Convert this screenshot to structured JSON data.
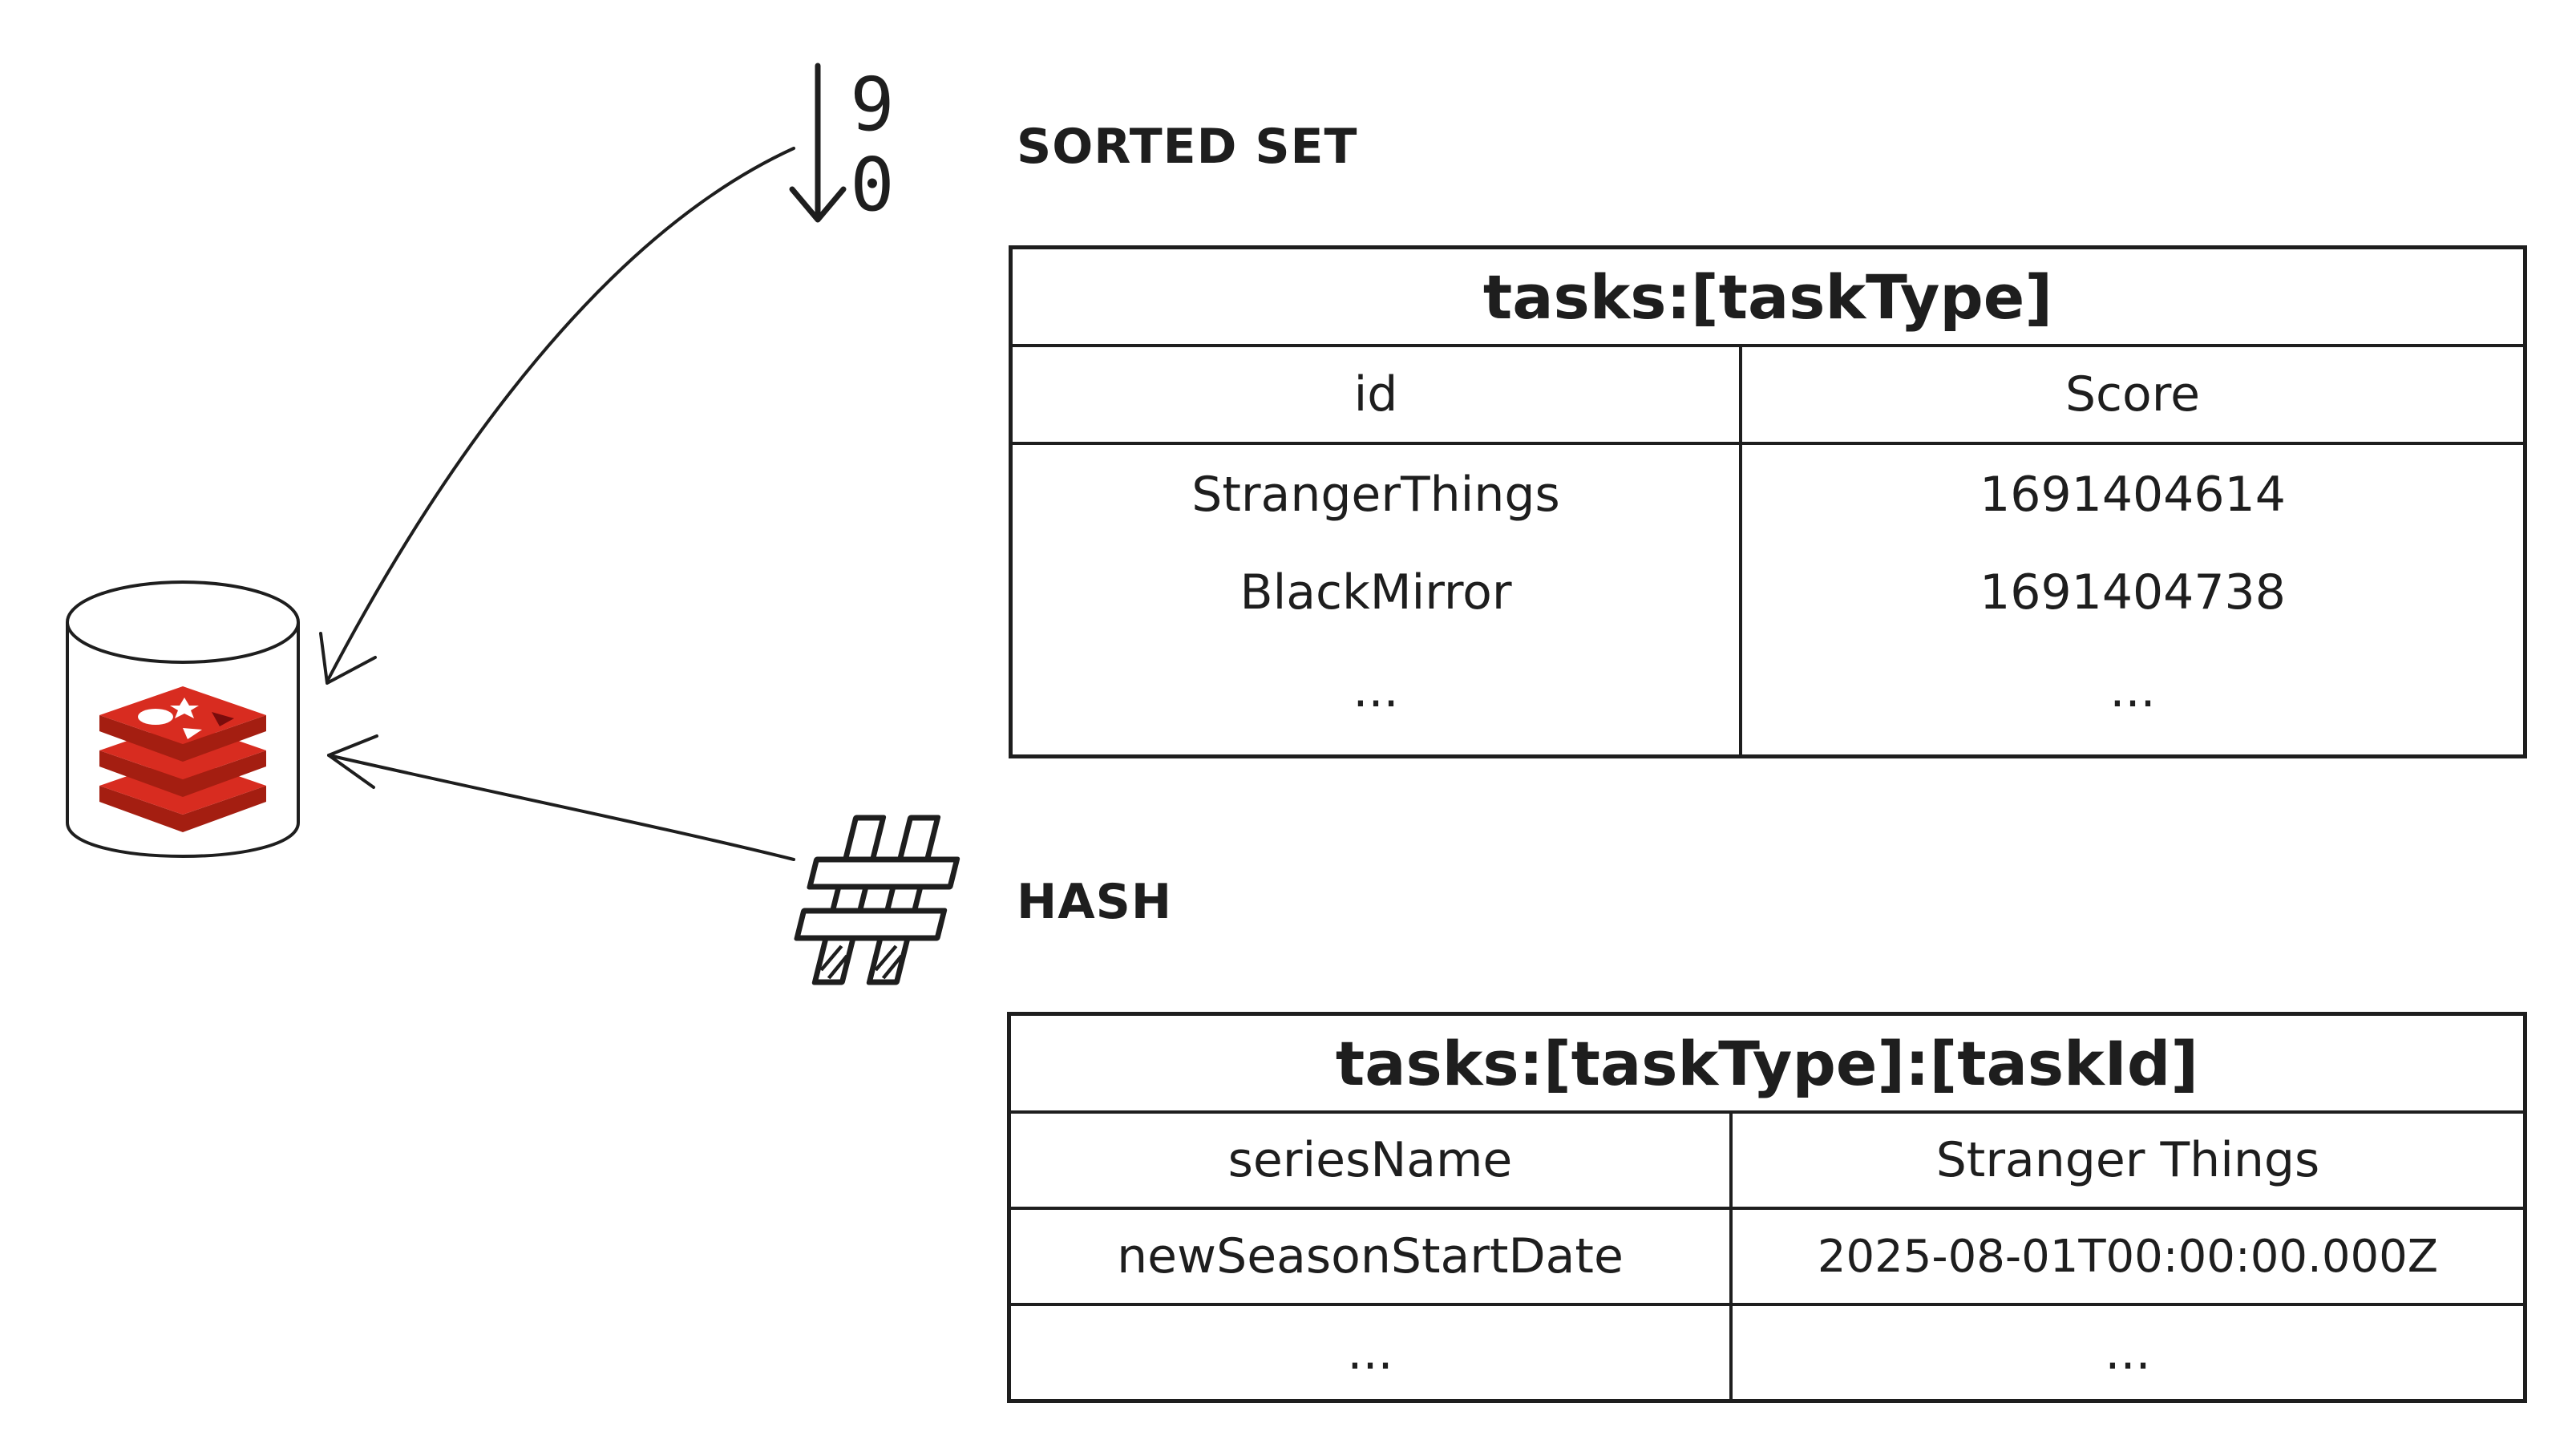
{
  "sorted_set": {
    "label": "SORTED SET",
    "icon_digits": [
      "9",
      "0"
    ],
    "table": {
      "title": "tasks:[taskType]",
      "columns": [
        "id",
        "Score"
      ],
      "rows": [
        [
          "StrangerThings",
          "1691404614"
        ],
        [
          "BlackMirror",
          "1691404738"
        ],
        [
          "...",
          "..."
        ]
      ]
    }
  },
  "hash": {
    "label": "HASH",
    "table": {
      "title": "tasks:[taskType]:[taskId]",
      "rows": [
        [
          "seriesName",
          "Stranger Things"
        ],
        [
          "newSeasonStartDate",
          "2025-08-01T00:00:00.000Z"
        ],
        [
          "...",
          "..."
        ]
      ]
    }
  },
  "colors": {
    "ink": "#1e1e1e",
    "redis_red": "#d82c20",
    "redis_dark_red": "#a41e11"
  },
  "icons": [
    "redis-database-icon",
    "sort-descending-icon",
    "hash-icon"
  ]
}
